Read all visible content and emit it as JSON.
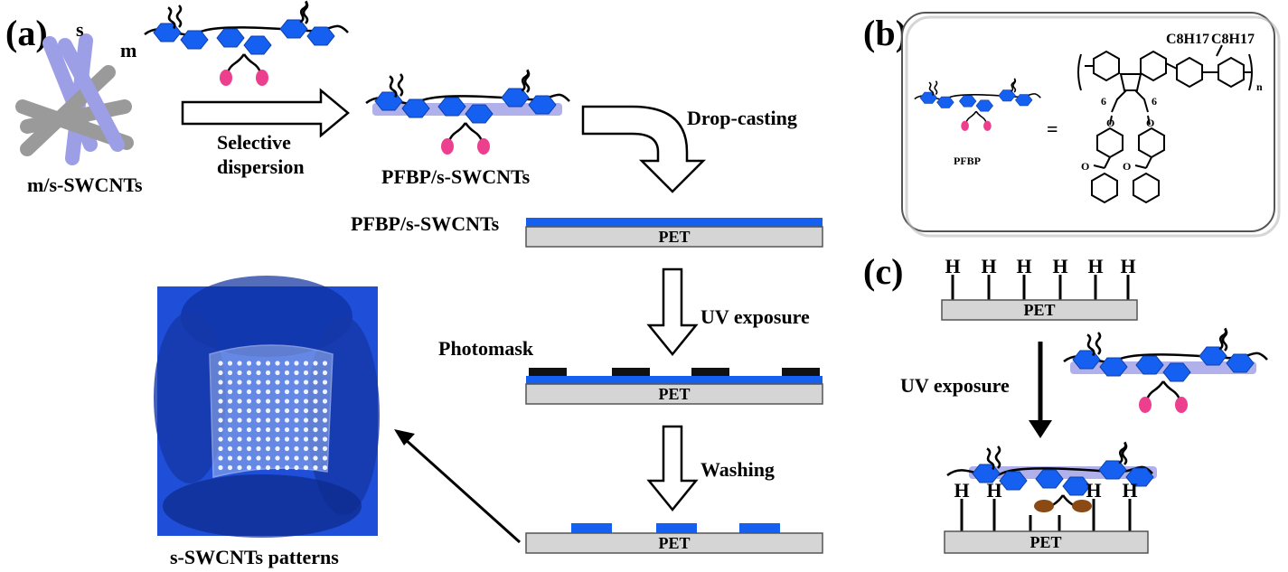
{
  "panels": {
    "a": "(a)",
    "b": "(b)",
    "c": "(c)"
  },
  "panel_a": {
    "tube_label_s": "s",
    "tube_label_m": "m",
    "mixture_caption": "m/s-SWCNTs",
    "step1_line1": "Selective",
    "step1_line2": "dispersion",
    "complex_caption": "PFBP/s-SWCNTs",
    "step2": "Drop-casting",
    "film_label": "PFBP/s-SWCNTs",
    "substrate": "PET",
    "step3": "UV  exposure",
    "mask_label": "Photomask",
    "step4": "Washing",
    "photo_caption": "s-SWCNTs patterns"
  },
  "panel_b": {
    "polymer_name": "PFBP",
    "equals": "=",
    "side_chain_label": "C8H17",
    "spacer_label": "6",
    "oxygen": "O",
    "repeat_index": "n"
  },
  "panel_c": {
    "hydrogen": "H",
    "substrate": "PET",
    "step": "UV exposure"
  },
  "colors": {
    "polymer_blue": "#1560f0",
    "tube_lavender": "#9c9ee6",
    "tube_gray": "#9a9a9a",
    "pendant_pink": "#ec3f8e",
    "pendant_brown": "#8b4a14",
    "substrate_gray": "#d5d5d5",
    "photo_bg": "#1f4fd8"
  }
}
